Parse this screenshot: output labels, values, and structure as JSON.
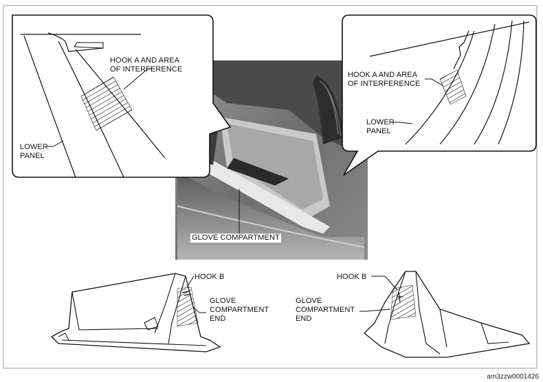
{
  "labels": {
    "left_hook_a": "HOOK A AND AREA\nOF INTERFERENCE",
    "left_lower_panel": "LOWER\nPANEL",
    "right_hook_a": "HOOK A AND AREA\nOF INTERFERENCE",
    "right_lower_panel": "LOWER\nPANEL",
    "glove_compartment": "GLOVE COMPARTMENT",
    "hook_b_left": "HOOK B",
    "glove_end_left": "GLOVE\nCOMPARTMENT\nEND",
    "hook_b_right": "HOOK B",
    "glove_end_right": "GLOVE\nCOMPARTMENT\nEND"
  },
  "figure_code": "am3zzw0001426"
}
